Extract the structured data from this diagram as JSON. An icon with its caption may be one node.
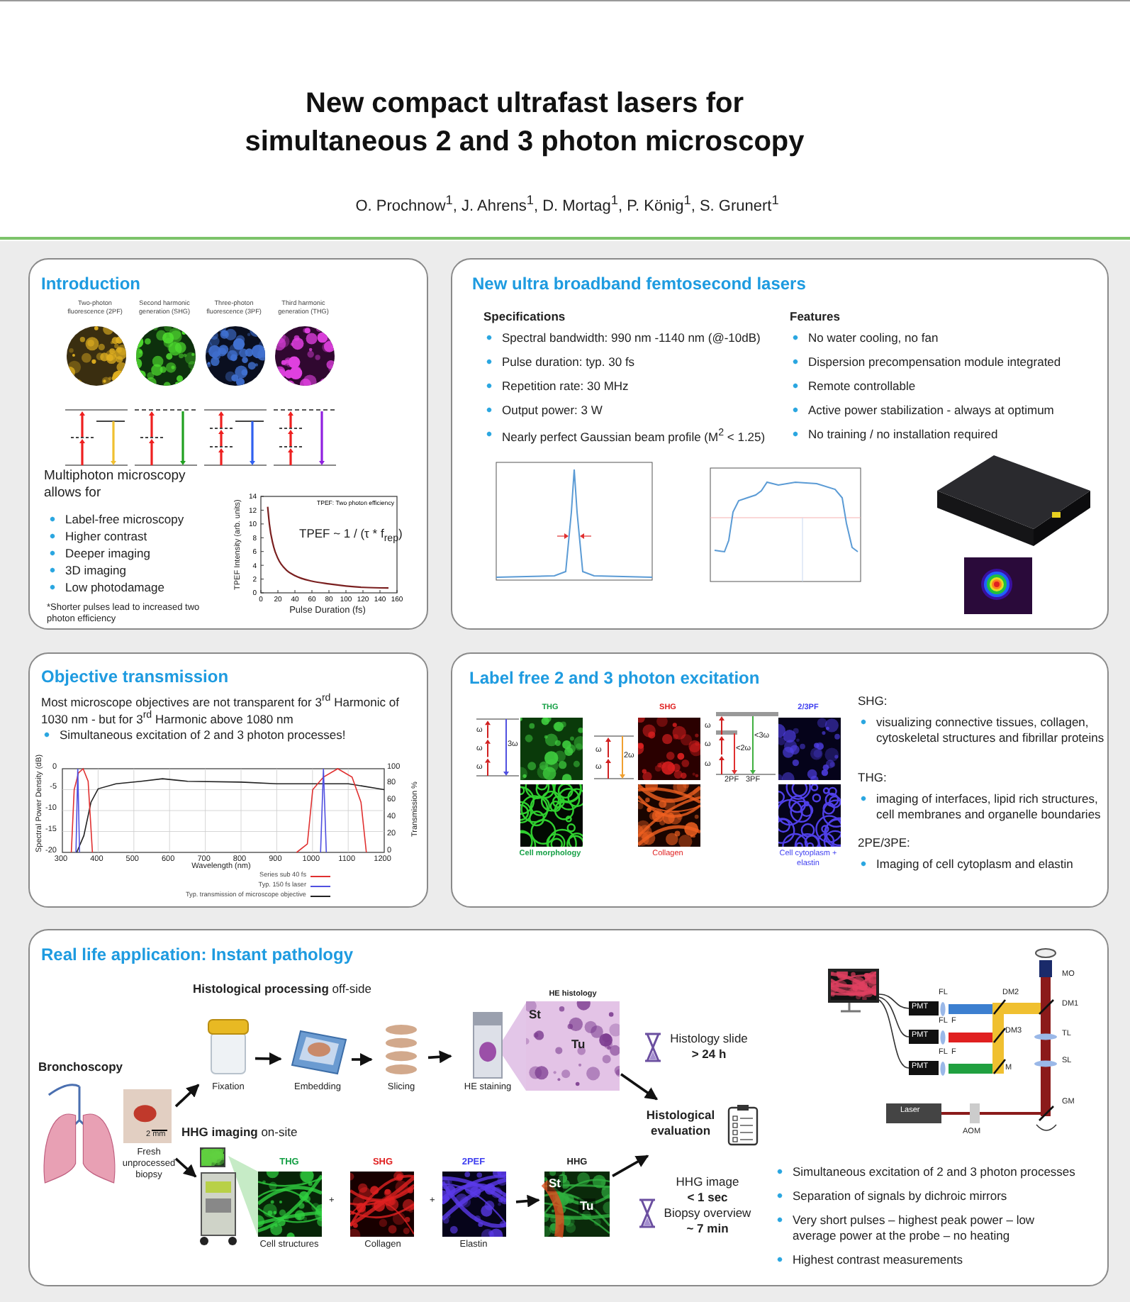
{
  "diagram": {
    "title": "New compact ultrafast lasers for simultaneous 2 and 3 photon microscopy",
    "nodes": [
      {
        "text": [
          "Introduction",
          "Multiphoton microscopy allows for",
          "Label-free microscopy",
          "Higher contrast",
          "Deeper imaging",
          "3D imaging",
          "Low photodamage",
          "*Shorter pulses lead to increased two photon efficiency"
        ]
      },
      {
        "text": [
          "New ultra broadband femtosecond lasers",
          "Specifications",
          "Spectral bandwidth: 990 nm -1140 nm (@-10dB)",
          "Pulse duration: typ. 30 fs",
          "Repetition rate: 30 MHz",
          "Output power: 3 W",
          "Nearly perfect Gaussian beam profile (M$^{2}$ < 1.25)",
          "Features",
          "No water cooling, no fan",
          "Dispersion precompensation module integrated",
          "Remote controllable",
          "Active power stabilization - always at optimum",
          "No training / no installation required"
        ]
      },
      {
        "text": [
          "Objective transmission",
          "Most microscope objectives are not transparent for 3$^{rd}$ Harmonic of 1030 nm - but for 3$^{rd}$ Harmonic above 1080 nm",
          "Simultaneous excitation of 2 and 3 photon processes!"
        ]
      },
      {
        "text": [
          "Label free 2 and 3 photon excitation",
          "SHG:",
          "visualizing connective tissues, collagen, cytoskeletal structures and fibrillar proteins",
          "THG:",
          "imaging of interfaces, lipid rich structures, cell membranes and organelle boundaries",
          "2PE/3PE:",
          "Imaging of cell cytoplasm and elastin"
        ]
      },
      {
        "text": [
          "Real life application: Instant pathology",
          "Simultaneous excitation of 2 and 3 photon processes",
          "Separation of signals by dichroic mirrors",
          "Very short pulses – highest peak power – low average power at the probe – no heating",
          "Highest contrast measurements"
        ]
      },
      {
        "text": [
          "Bronchoscopy"
        ],
        "in": 4
      },
      {
        "text": [
          "2 mm",
          "Fresh unprocessed biopsy"
        ],
        "in": 4
      },
      {
        "text": [
          "Fixation"
        ],
        "in": 4
      },
      {
        "text": [
          "Embedding"
        ],
        "in": 4
      },
      {
        "text": [
          "Slicing"
        ],
        "in": 4
      },
      {
        "text": [
          "HE staining"
        ],
        "in": 4
      },
      {
        "text": [
          "HE histology",
          "St",
          "Tu"
        ],
        "in": 4
      },
      {
        "text": [
          "Histology slide",
          "> 24 h"
        ],
        "in": 4
      },
      {
        "text": [
          "Histological evaluation"
        ],
        "in": 4
      },
      {
        "text": [],
        "shape": "picture",
        "in": 4
      },
      {
        "text": [
          "THG",
          "Cell structures"
        ],
        "in": 4
      },
      {
        "text": [
          "SHG",
          "Collagen"
        ],
        "in": 4
      },
      {
        "text": [
          "2PEF",
          "Elastin"
        ],
        "in": 4
      },
      {
        "text": [
          "HHG",
          "St",
          "Tu"
        ],
        "in": 4
      },
      {
        "text": [
          "HHG image",
          "< 1 sec",
          "Biopsy overview",
          "~ 7 min"
        ],
        "in": 4
      }
    ],
    "edges": [
      {
        "from": 6,
        "to": 7,
        "arrow": "to"
      },
      {
        "from": 6,
        "to": 14,
        "arrow": "to"
      },
      {
        "from": 7,
        "to": 8,
        "arrow": "to"
      },
      {
        "from": 8,
        "to": 9,
        "arrow": "to"
      },
      {
        "from": 9,
        "to": 10,
        "arrow": "to"
      },
      {
        "from": 11,
        "to": 13,
        "arrow": "to"
      },
      {
        "from": 17,
        "to": 18,
        "arrow": "to"
      },
      {
        "from": 18,
        "to": 13,
        "arrow": "to"
      }
    ],
    "labels": [
      "O. Prochnow$^{1}$, J. Ahrens$^{1}$, D. Mortag$^{1}$, P. König$^{1}$, S. Grunert$^{1}$",
      "Two-photon fluorescence (2PF)",
      "Second harmonic generation (SHG)",
      "Three-photon fluorescence (3PF)",
      "Third harmonic generation (THG)",
      "0",
      "-5",
      "-10",
      "-15",
      "-20",
      "300",
      "400",
      "500",
      "600",
      "700",
      "800",
      "900",
      "1000",
      "1100",
      "1200",
      "100",
      "80",
      "60",
      "40",
      "20",
      "0",
      "Wavelength (nm)",
      "Spectral Power Density (dB)",
      "Transmission %",
      "THG",
      "ω",
      "ω",
      "ω",
      "3ω",
      "Cell morphology",
      "SHG",
      "ω",
      "ω",
      "2ω",
      "Collagen",
      "ω",
      "ω",
      "ω",
      "<2ω",
      "<3ω",
      "2PF",
      "3PF",
      "2/3PF",
      "Cell cytoplasm + elastin",
      "**Histological processing** off-side",
      "**HHG imaging** on-site",
      "+",
      "+",
      "FL",
      "DM2",
      "MO",
      "DM1",
      "FL",
      "F",
      "DM3",
      "TL",
      "FL",
      "F",
      "M",
      "SL",
      "GM",
      "PMT",
      "PMT",
      "PMT",
      "Laser",
      "AOM"
    ],
    "legend": [
      {
        "text": "Series sub 40 fs"
      },
      {
        "text": "Typ. 150 fs laser"
      },
      {
        "text": "Typ. transmission of microscope objective"
      }
    ],
    "chart_data": {
      "type": "line",
      "title": "TPEF: Two photon efficiency",
      "xlabel": "Pulse Duration (fs)",
      "ylabel": "TPEF Intensity (arb. units)",
      "x": [
        8,
        10,
        15,
        20,
        30,
        40,
        60,
        80,
        100,
        120,
        150
      ],
      "series": [
        {
          "color": "#7a1f1f",
          "values": [
            12.5,
            10,
            6.7,
            5,
            3.3,
            2.5,
            1.7,
            1.3,
            1,
            0.8,
            0.7
          ]
        }
      ],
      "xlim": [
        0,
        160
      ],
      "ylim": [
        0,
        14
      ],
      "xticks": [
        0,
        20,
        40,
        60,
        80,
        100,
        120,
        140,
        160
      ],
      "yticks": [
        0,
        2,
        4,
        6,
        8,
        10,
        12,
        14
      ],
      "annotations": [
        "TPEF ~ 1 / (τ * f$_{rep}$)"
      ]
    }
  }
}
